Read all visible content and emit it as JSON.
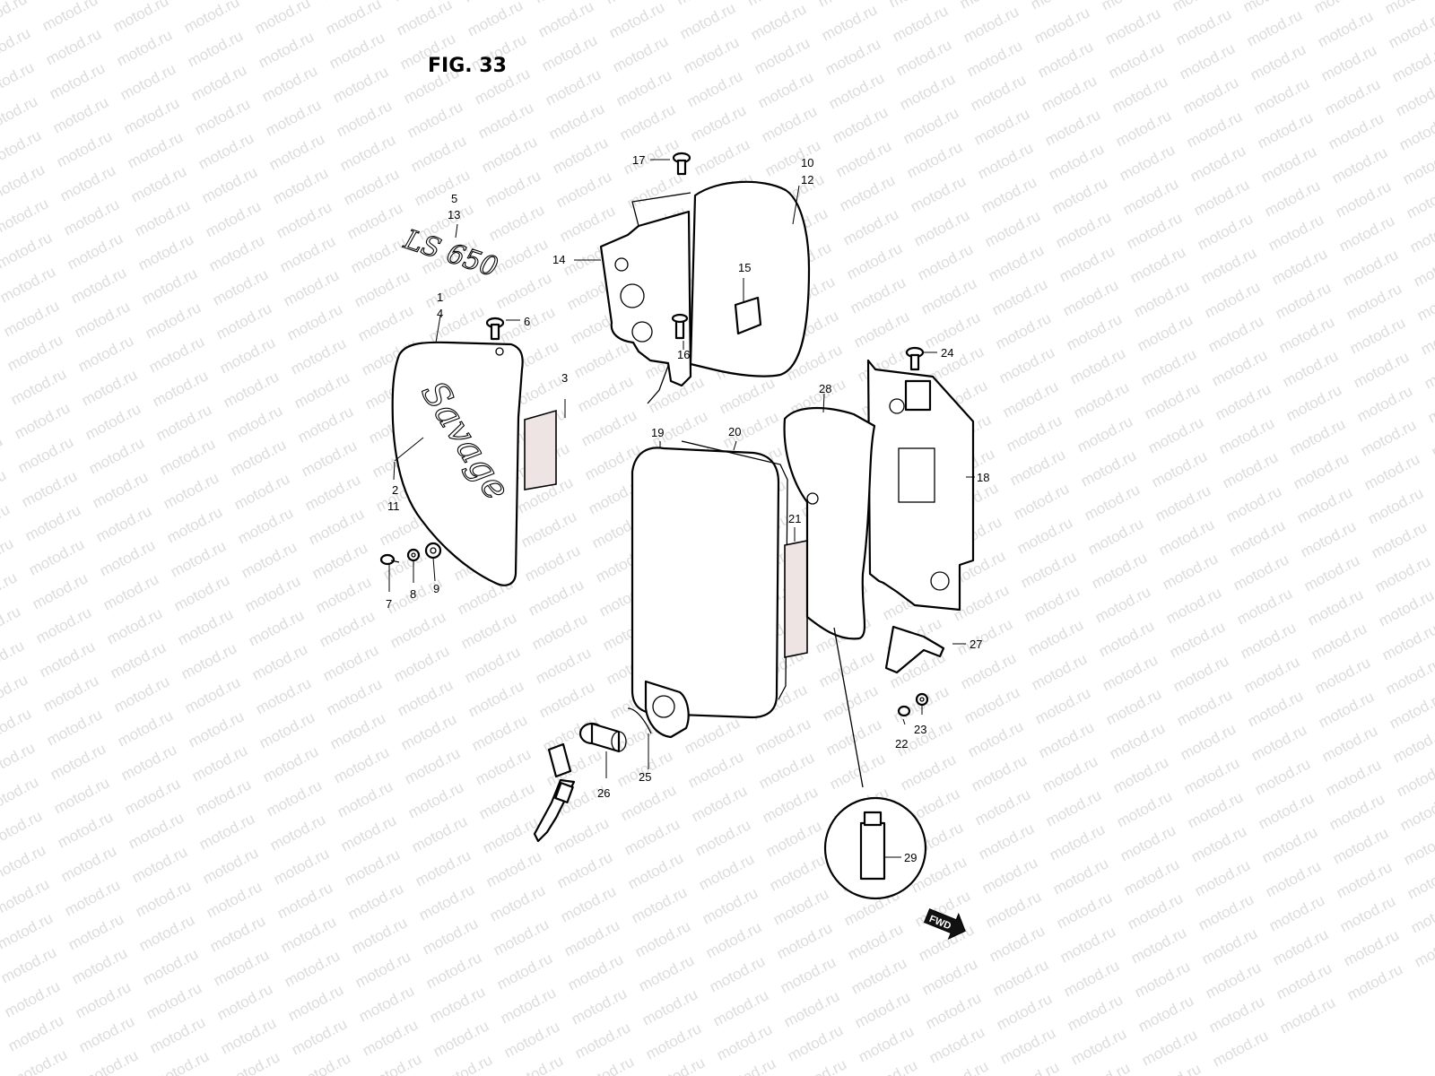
{
  "figure": {
    "title": "FIG. 33"
  },
  "watermark": {
    "text": "motod.ru"
  },
  "emblems": {
    "model_badge": "LS 650",
    "tank_script": "Savage"
  },
  "fwd_marker": {
    "label": "FWD"
  },
  "callouts": {
    "c1": "1",
    "c2": "2",
    "c3": "3",
    "c4": "4",
    "c5": "5",
    "c6": "6",
    "c7": "7",
    "c8": "8",
    "c9": "9",
    "c10": "10",
    "c11": "11",
    "c12": "12",
    "c13": "13",
    "c14": "14",
    "c15": "15",
    "c16": "16",
    "c17": "17",
    "c18": "18",
    "c19": "19",
    "c20": "20",
    "c21": "21",
    "c22": "22",
    "c23": "23",
    "c24": "24",
    "c25": "25",
    "c26": "26",
    "c27": "27",
    "c28": "28",
    "c29": "29"
  }
}
